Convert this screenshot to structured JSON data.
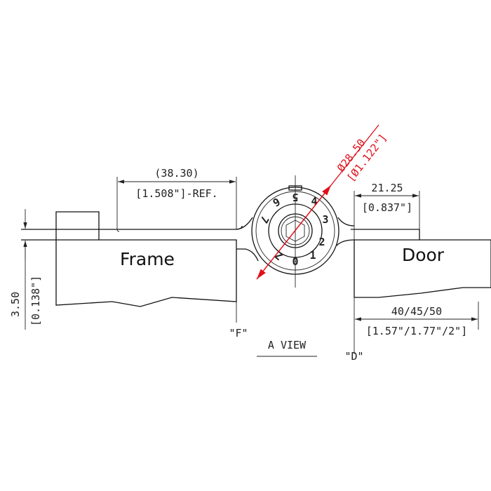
{
  "labels": {
    "frame": "Frame",
    "door": "Door",
    "view": "A VIEW",
    "f_mark": "\"F\"",
    "d_mark": "\"D\""
  },
  "dimensions": {
    "frame_gap": {
      "metric": "(38.30)",
      "imperial": "[1.508\"]-REF."
    },
    "door_offset": {
      "metric": "21.25",
      "imperial": "[0.837\"]"
    },
    "door_thickness": {
      "metric": "40/45/50",
      "imperial": "[1.57\"/1.77\"/2\"]"
    },
    "plate_thickness": {
      "metric": "3.50",
      "imperial": "[0.138\"]"
    },
    "lock_diameter": {
      "metric": "Ø28.50",
      "imperial": "[Ø1.122\"]"
    }
  },
  "dial_numbers": [
    "0",
    "1",
    "2",
    "3",
    "4",
    "5",
    "6",
    "7",
    "Z"
  ],
  "colors": {
    "line": "#111111",
    "dimension_red": "#e0101a"
  }
}
